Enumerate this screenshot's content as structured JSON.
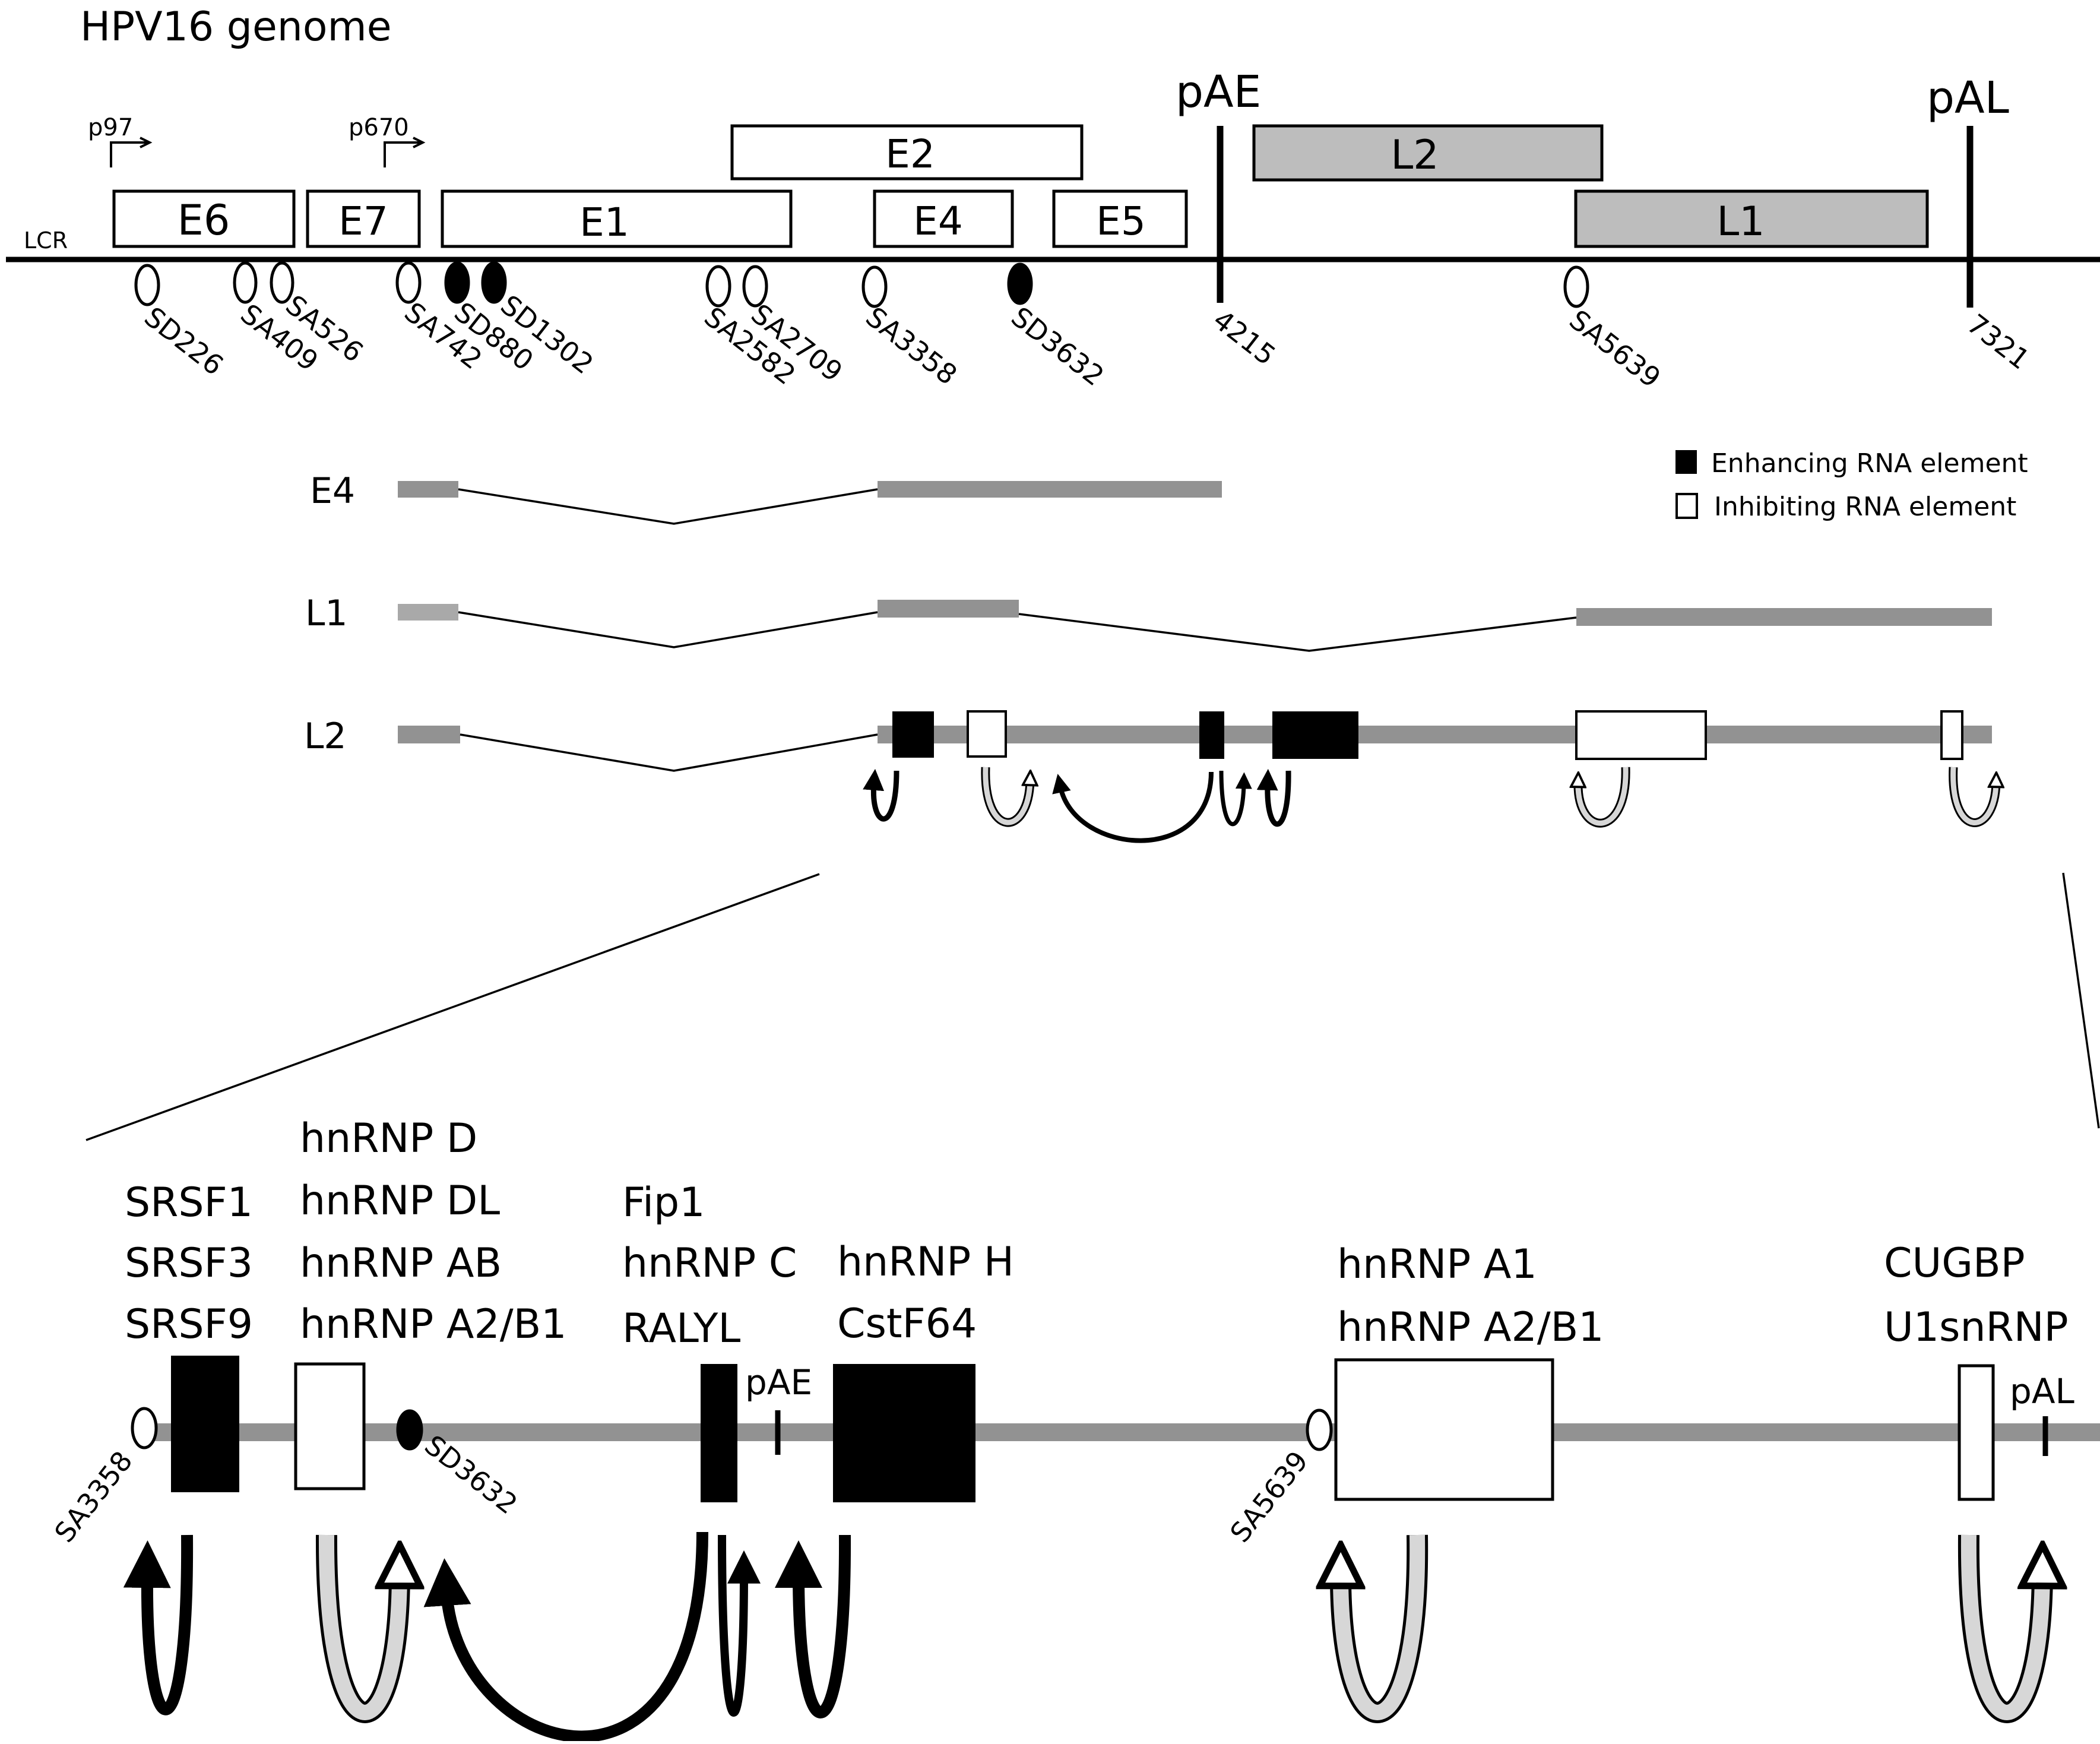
{
  "title": "HPV16 genome",
  "colors": {
    "ink": "#000000",
    "grey_line": "#929292",
    "grey_box": "#bdbdbd",
    "light_arrow": "#d7d7d7"
  },
  "top": {
    "lcr": "LCR",
    "promoters": [
      "p97",
      "p670"
    ],
    "genes": [
      "E6",
      "E7",
      "E1",
      "E2",
      "E4",
      "E5",
      "L2",
      "L1"
    ],
    "polyA": [
      "pAE",
      "pAL"
    ],
    "positions": [
      "4215",
      "7321"
    ],
    "sites": [
      "SD226",
      "SA409",
      "SA526",
      "SA742",
      "SD880",
      "SD1302",
      "SA2582",
      "SA2709",
      "SA3358",
      "SD3632",
      "SA5639"
    ]
  },
  "transcripts": [
    "E4",
    "L1",
    "L2"
  ],
  "legend": {
    "enhancing": "Enhancing RNA element",
    "inhibiting": "Inhibiting RNA element"
  },
  "zoom": {
    "sites": [
      "SA3358",
      "SD3632",
      "SA5639"
    ],
    "polyA": [
      "pAE",
      "pAL"
    ],
    "factor_groups": [
      [
        "SRSF1",
        "SRSF3",
        "SRSF9"
      ],
      [
        "hnRNP D",
        "hnRNP DL",
        "hnRNP AB",
        "hnRNP A2/B1"
      ],
      [
        "Fip1",
        "hnRNP C",
        "RALYL"
      ],
      [
        "hnRNP H",
        "CstF64"
      ],
      [
        "hnRNP A1",
        "hnRNP A2/B1"
      ],
      [
        "CUGBP",
        "U1snRNP"
      ]
    ]
  }
}
